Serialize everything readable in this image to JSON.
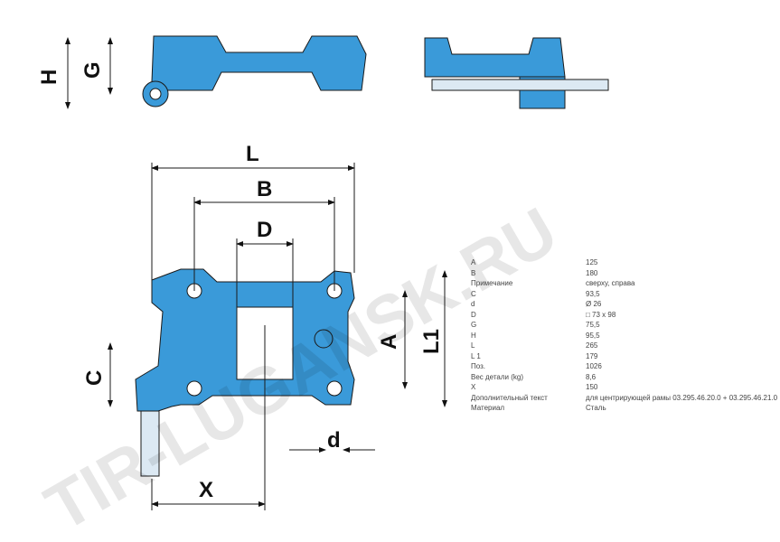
{
  "dimension_labels": {
    "H": "H",
    "G": "G",
    "L": "L",
    "B": "B",
    "D": "D",
    "C": "C",
    "A": "A",
    "L1": "L1",
    "d": "d",
    "X": "X"
  },
  "watermark": "TIR-LUGANSK.RU",
  "colors": {
    "part": "#3a9ad9",
    "outline": "#1a1a1a"
  },
  "specs": [
    {
      "label": "A",
      "value": "125"
    },
    {
      "label": "B",
      "value": "180"
    },
    {
      "label": "Примечание",
      "value": "сверху, справа"
    },
    {
      "label": "C",
      "value": "93,5"
    },
    {
      "label": "d",
      "value": "Ø 26"
    },
    {
      "label": "D",
      "value": "□ 73 x 98"
    },
    {
      "label": "G",
      "value": "75,5"
    },
    {
      "label": "H",
      "value": "95,5"
    },
    {
      "label": "L",
      "value": "265"
    },
    {
      "label": "L 1",
      "value": "179"
    },
    {
      "label": "Поз.",
      "value": "1026"
    },
    {
      "label": "Вес детали (kg)",
      "value": "8,6"
    },
    {
      "label": "X",
      "value": "150"
    },
    {
      "label": "Дополнительный текст",
      "value": "для центрирующей рамы 03.295.46.20.0 + 03.295.46.21.0"
    },
    {
      "label": "Материал",
      "value": "Сталь"
    }
  ]
}
